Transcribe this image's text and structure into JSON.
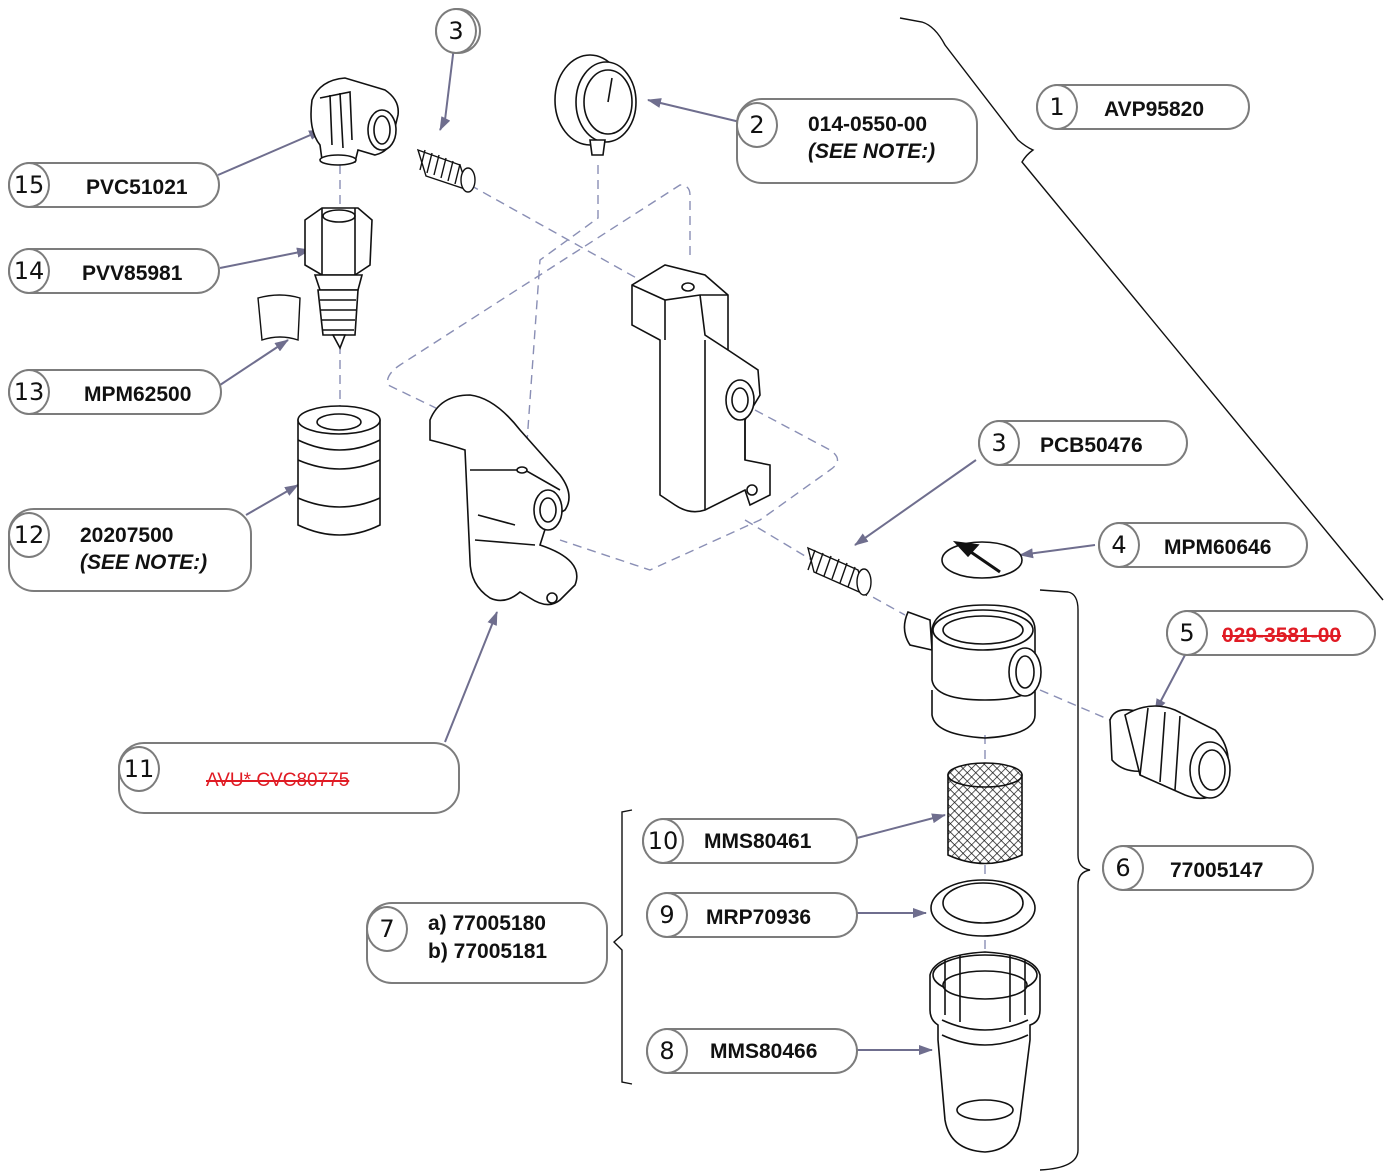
{
  "callouts": [
    {
      "id": "1",
      "number": "1",
      "part": "AVP95820"
    },
    {
      "id": "2",
      "number": "2",
      "part": "014-0550-00",
      "note": "(SEE NOTE:)"
    },
    {
      "id": "3a",
      "number": "3"
    },
    {
      "id": "3b",
      "number": "3",
      "part": "PCB50476"
    },
    {
      "id": "4",
      "number": "4",
      "part": "MPM60646"
    },
    {
      "id": "5",
      "number": "5",
      "part": "029-3581-00",
      "obsolete": true
    },
    {
      "id": "6",
      "number": "6",
      "part": "77005147"
    },
    {
      "id": "7",
      "number": "7",
      "part": "a) 77005180",
      "part_b": "b) 77005181"
    },
    {
      "id": "8",
      "number": "8",
      "part": "MMS80466"
    },
    {
      "id": "9",
      "number": "9",
      "part": "MRP70936"
    },
    {
      "id": "10",
      "number": "10",
      "part": "MMS80461"
    },
    {
      "id": "11",
      "number": "11",
      "part": "AVU* CVC80775",
      "obsolete": true
    },
    {
      "id": "12",
      "number": "12",
      "part": "20207500",
      "note": "(SEE NOTE:)"
    },
    {
      "id": "13",
      "number": "13",
      "part": "MPM62500"
    },
    {
      "id": "14",
      "number": "14",
      "part": "PVV85981"
    },
    {
      "id": "15",
      "number": "15",
      "part": "PVC51021"
    }
  ],
  "colors": {
    "outline": "#7c7c7c",
    "arrow": "#6f6e8e",
    "obsolete": "#e01b24",
    "leader": "#8a8fb5"
  }
}
